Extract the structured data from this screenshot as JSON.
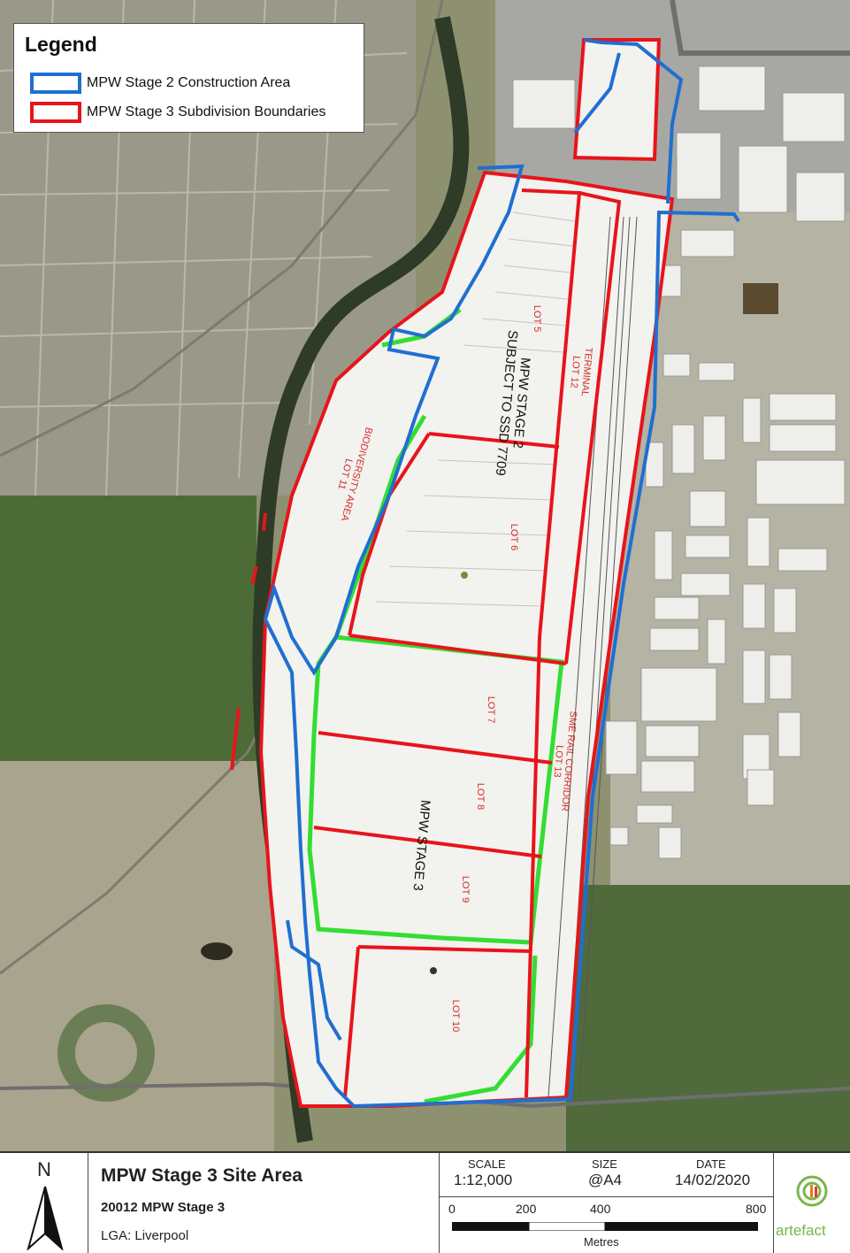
{
  "legend": {
    "title": "Legend",
    "items": [
      {
        "label": "MPW Stage 2 Construction Area",
        "color": "#1f6fd1"
      },
      {
        "label": "MPW Stage 3 Subdivision Boundaries",
        "color": "#e8141b"
      }
    ]
  },
  "map_labels": {
    "lot5": "LOT 5",
    "lot6": "LOT 6",
    "lot7": "LOT 7",
    "lot8": "LOT 8",
    "lot9": "LOT 9",
    "lot10": "LOT 10",
    "stage2_line1": "MPW STAGE 2",
    "stage2_line2": "SUBJECT TO SSD 7709",
    "stage3": "MPW STAGE 3",
    "terminal_line1": "TERMINAL",
    "terminal_line2": "LOT 12",
    "bio_line1": "BIODIVERSITY AREA",
    "bio_line2": "LOT 11",
    "rail_line1": "SME RAIL CORRIDOR",
    "rail_line2": "LOT 13"
  },
  "footer": {
    "north_label": "N",
    "title": "MPW Stage 3 Site Area",
    "project": "20012 MPW Stage 3",
    "lga": "LGA: Liverpool",
    "scale_heading": "SCALE",
    "scale_value": "1:12,000",
    "size_heading": "SIZE",
    "size_value": "@A4",
    "date_heading": "DATE",
    "date_value": "14/02/2020",
    "scalebar_ticks": [
      "0",
      "200",
      "400",
      "800"
    ],
    "scalebar_unit": "Metres",
    "logo_text": "artefact"
  },
  "colors": {
    "stage2": "#1f6fd1",
    "stage3": "#e8141b",
    "green": "#33dd33",
    "logo": "#7ab648"
  }
}
